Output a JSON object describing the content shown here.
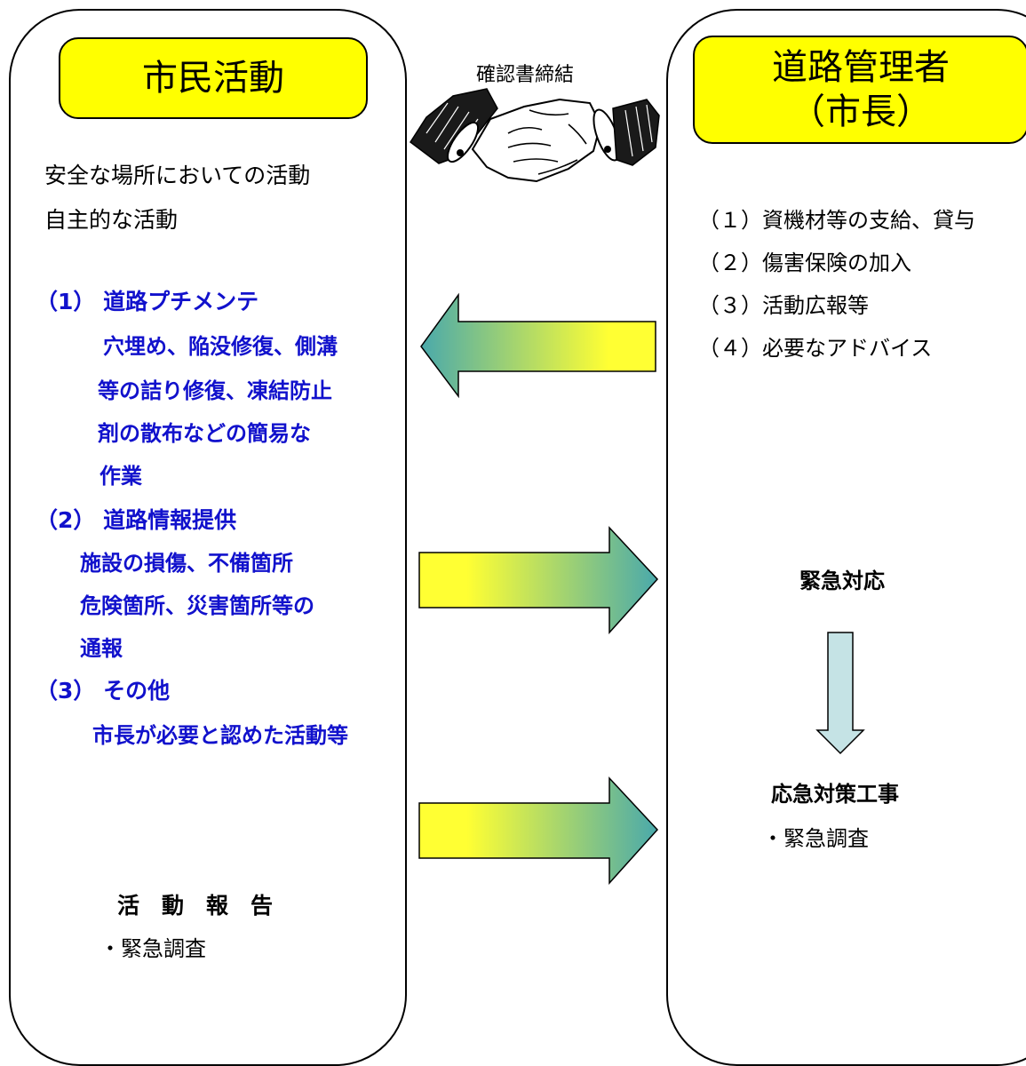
{
  "left_panel": {
    "title": "市民活動",
    "intro": [
      "安全な場所においての活動",
      "自主的な活動"
    ],
    "items": [
      {
        "heading": "（1） 道路プチメンテ",
        "lines": [
          "穴埋め、陥没修復、側溝",
          "等の詰り修復、凍結防止",
          "剤の散布などの簡易な",
          "作業"
        ]
      },
      {
        "heading": "（2） 道路情報提供",
        "lines": [
          "施設の損傷、不備箇所",
          "危険箇所、災害箇所等の",
          "通報"
        ]
      },
      {
        "heading": "（3） その他",
        "lines": [
          "市長が必要と認めた活動等"
        ]
      }
    ],
    "report_title": "活　動　報　告",
    "report_note": "・緊急調査"
  },
  "center": {
    "agreement_label": "確認書締結"
  },
  "right_panel": {
    "title_line1": "道路管理者",
    "title_line2": "（市長）",
    "support_items": [
      "（１）資機材等の支給、貸与",
      "（２）傷害保険の加入",
      "（３）活動広報等",
      "（４）必要なアドバイス"
    ],
    "emergency": "緊急対応",
    "measures": "応急対策工事",
    "measures_note": "・緊急調査"
  },
  "colors": {
    "title_fill": "#ffff00",
    "arrow_gradient_start": "#ffff33",
    "arrow_gradient_end": "#4aa9ab",
    "down_arrow_fill": "#c5e3e5",
    "blue_text": "#1111cc"
  }
}
